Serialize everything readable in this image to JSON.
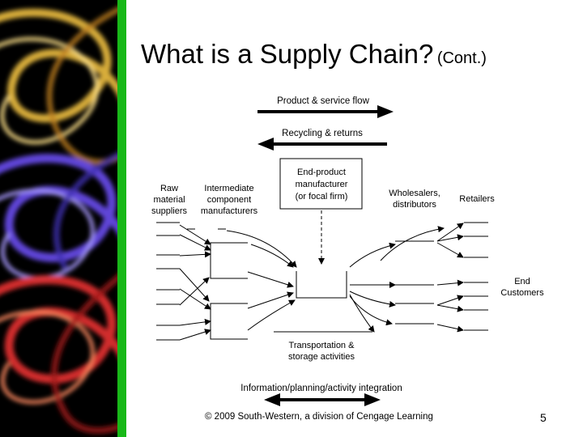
{
  "slide": {
    "title_main": "What is a Supply Chain?",
    "title_sub": "(Cont.)",
    "footer": "© 2009 South-Western, a division of Cengage Learning",
    "page_number": "5",
    "accent_green": "#18b818"
  },
  "diagram": {
    "flow_product": "Product & service flow",
    "flow_recycling": "Recycling & returns",
    "flow_information": "Information/planning/activity integration",
    "raw_suppliers": [
      "Raw",
      "material",
      "suppliers"
    ],
    "intermediate_manufacturers": [
      "Intermediate",
      "component",
      "manufacturers"
    ],
    "focal_firm": [
      "End-product",
      "manufacturer",
      "(or focal firm)"
    ],
    "wholesalers": [
      "Wholesalers,",
      "distributors"
    ],
    "retailers": "Retailers",
    "end_customers": [
      "End",
      "Customers"
    ],
    "transportation": [
      "Transportation &",
      "storage activities"
    ]
  }
}
